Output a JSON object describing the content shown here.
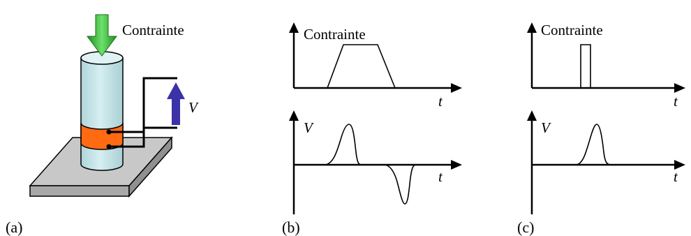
{
  "panel_a": {
    "stress_label": "Contrainte",
    "voltage_label": "V",
    "caption": "(a)"
  },
  "panel_b": {
    "stress_label": "Contrainte",
    "stress_time_label": "t",
    "voltage_label": "V",
    "voltage_time_label": "t",
    "caption": "(b)"
  },
  "panel_c": {
    "stress_label": "Contrainte",
    "stress_time_label": "t",
    "voltage_label": "V",
    "voltage_time_label": "t",
    "caption": "(c)"
  },
  "colors": {
    "cylinder": "#c4e4e8",
    "electrode": "#ff6a13",
    "plate": "#c8c8c8",
    "stress_arrow": "#2db82d",
    "voltage_arrow": "#3b32a8"
  }
}
